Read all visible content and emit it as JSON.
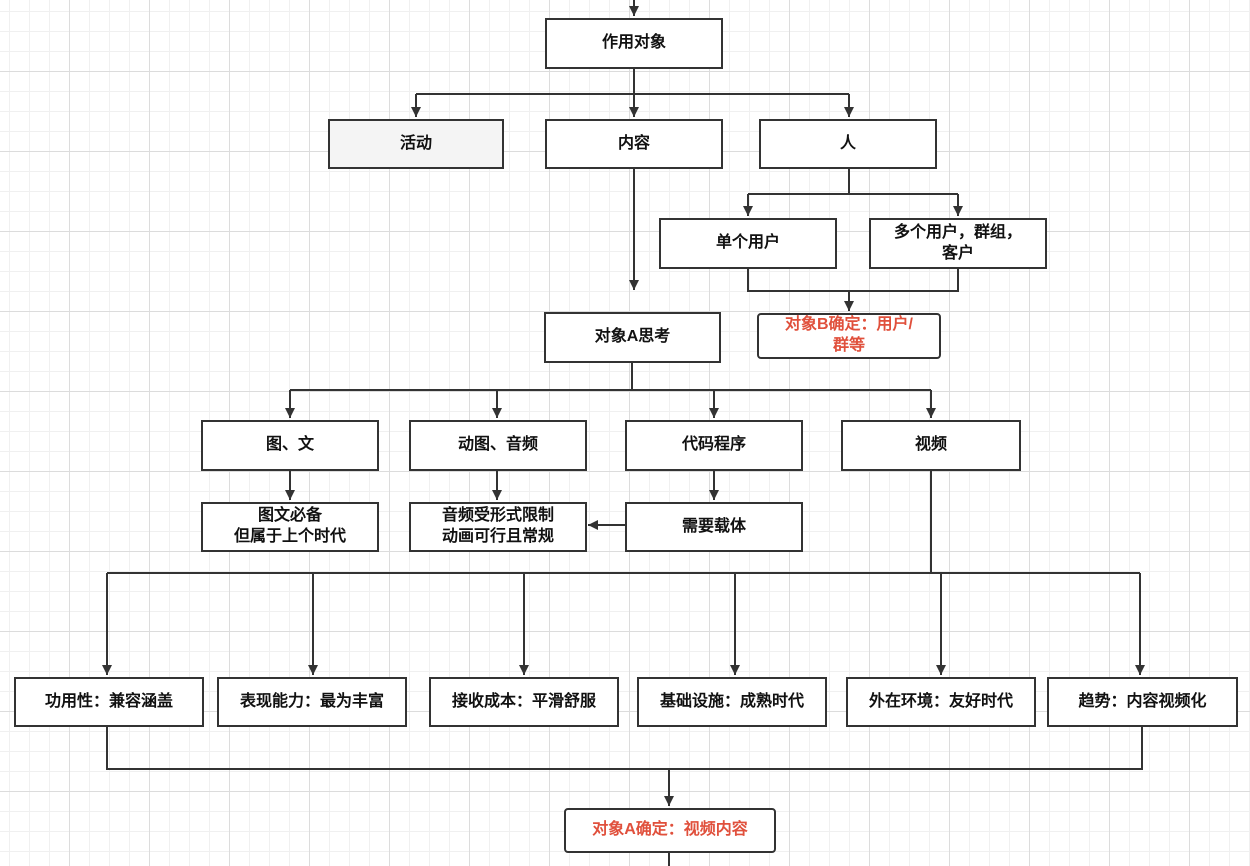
{
  "colors": {
    "line": "#333333",
    "accent_text": "#e0503c",
    "grid": "#dcdcdc"
  },
  "nodes": {
    "target": "作用对象",
    "activity": "活动",
    "content": "内容",
    "person": "人",
    "single_user": "单个用户",
    "multi_user": "多个用户，群组，\n客户",
    "object_b": "对象B确定：用户/\n群等",
    "object_a_think": "对象A思考",
    "image_text": "图、文",
    "animation_audio": "动图、音频",
    "code": "代码程序",
    "video": "视频",
    "image_text_note": "图文必备\n但属于上个时代",
    "audio_note": "音频受形式限制\n动画可行且常规",
    "code_note": "需要载体",
    "utility": "功用性：兼容涵盖",
    "expressiveness": "表现能力：最为丰富",
    "receive_cost": "接收成本：平滑舒服",
    "infrastructure": "基础设施：成熟时代",
    "environment": "外在环境：友好时代",
    "trend": "趋势：内容视频化",
    "object_a": "对象A确定：视频内容"
  }
}
